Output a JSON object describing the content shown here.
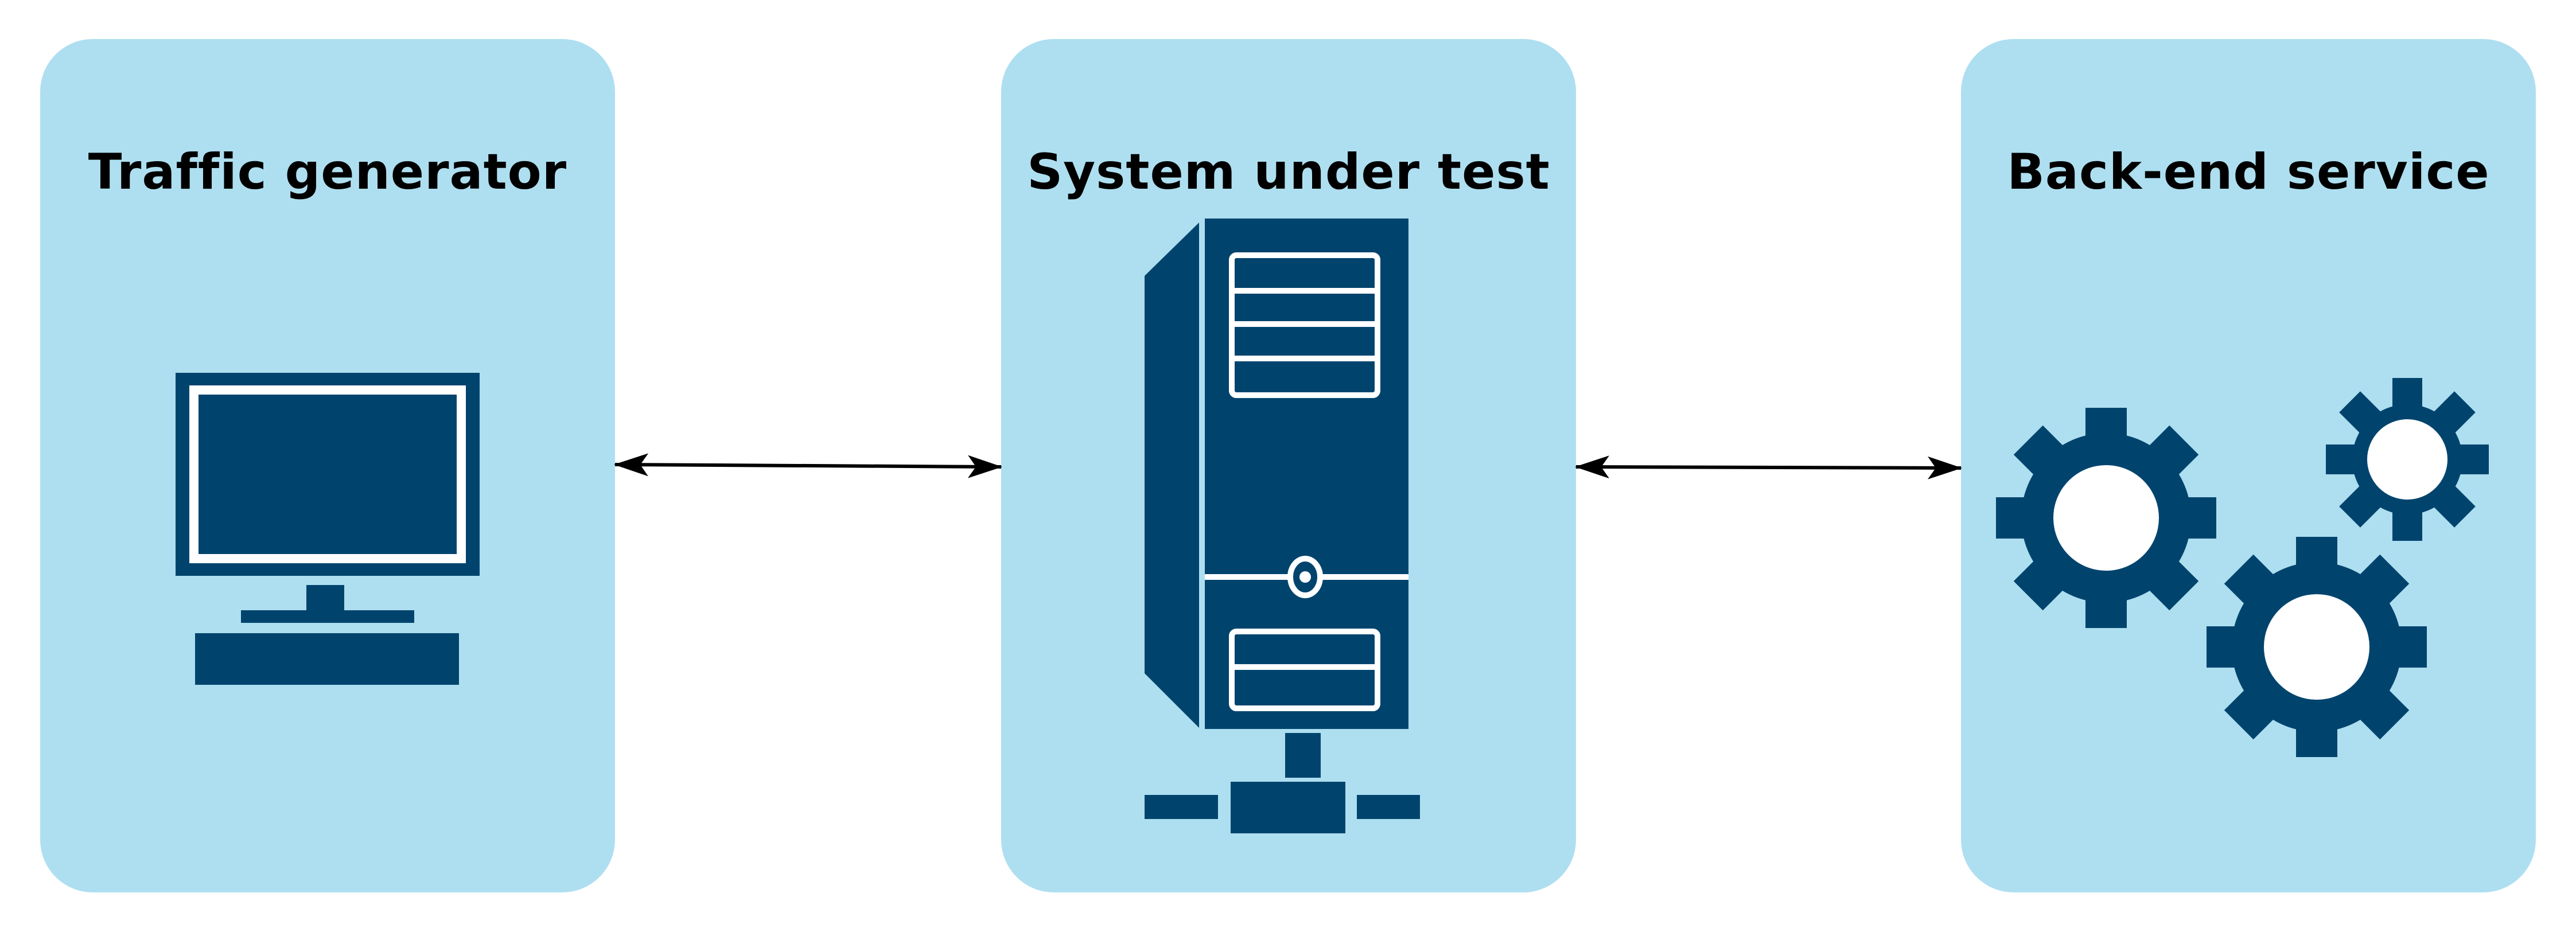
{
  "colors": {
    "panel_fill": "#aedff0",
    "icon_fill": "#00446e",
    "icon_detail": "#ffffff",
    "arrow": "#000000",
    "title_text": "#000000"
  },
  "panels": [
    {
      "title": "Traffic generator",
      "icon": "desktop-computer-icon"
    },
    {
      "title": "System under test",
      "icon": "server-tower-icon"
    },
    {
      "title": "Back-end service",
      "icon": "gears-icon"
    }
  ],
  "connectors": [
    {
      "from": "Traffic generator",
      "to": "System under test",
      "direction": "bidirectional"
    },
    {
      "from": "System under test",
      "to": "Back-end service",
      "direction": "bidirectional"
    }
  ]
}
